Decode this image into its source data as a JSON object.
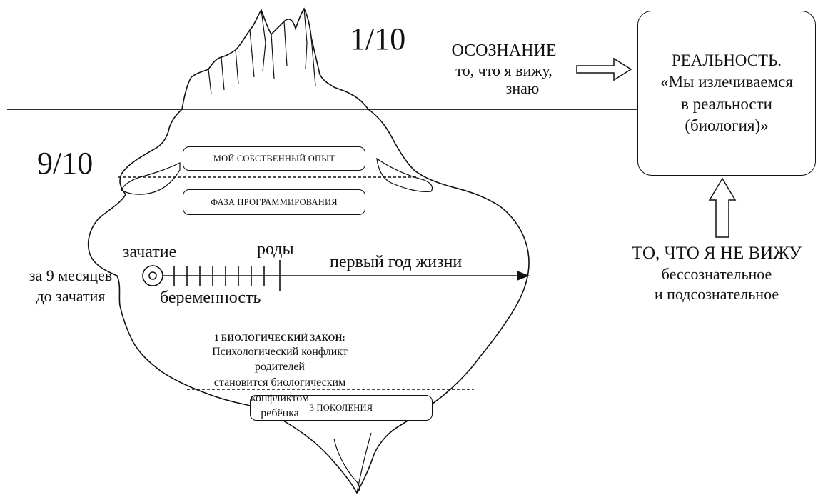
{
  "fractions": {
    "top": "1/10",
    "bottom": "9/10"
  },
  "awareness": {
    "title": "ОСОЗНАНИЕ",
    "line1": "то, что я вижу,",
    "line2": "знаю"
  },
  "reality": {
    "title": "РЕАЛЬНОСТЬ.",
    "line1": "«Мы излечиваемся",
    "line2": "в реальности",
    "line3": "(биология)»"
  },
  "unseen": {
    "title": "ТО, ЧТО Я НЕ ВИЖУ",
    "line1": "бессознательное",
    "line2": "и подсознательное"
  },
  "boxes": {
    "own_experience": "МОЙ СОБСТВЕННЫЙ ОПЫТ",
    "programming_phase": "ФАЗА ПРОГРАММИРОВАНИЯ",
    "three_generations": "3 ПОКОЛЕНИЯ"
  },
  "timeline": {
    "conception": "зачатие",
    "birth": "роды",
    "first_year": "первый год жизни",
    "pregnancy": "беременность",
    "before_line1": "за 9 месяцев",
    "before_line2": "до зачатия"
  },
  "law": {
    "heading": "1 БИОЛОГИЧЕСКИЙ ЗАКОН:",
    "line1": "Психологический конфликт родителей",
    "line2": "становится  биологическим конфликтом",
    "line3": "ребёнка"
  }
}
